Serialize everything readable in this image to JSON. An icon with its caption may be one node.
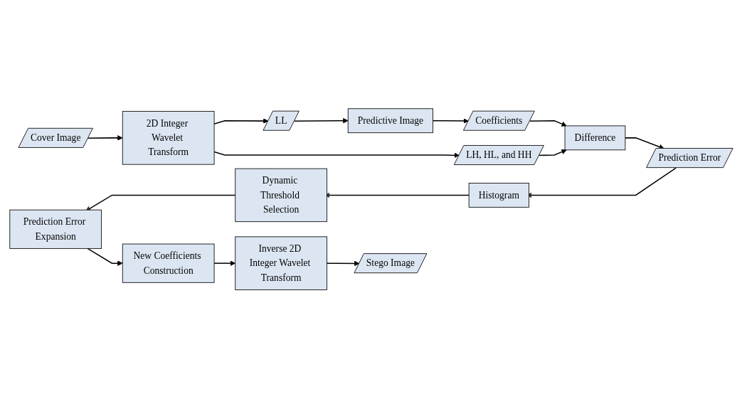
{
  "diagram": {
    "nodes": [
      {
        "text": [
          "Cover Image"
        ]
      },
      {
        "text": [
          "2D Integer Wavelet Transform"
        ]
      },
      {
        "text": [
          "LL"
        ]
      },
      {
        "text": [
          "Predictive Image"
        ]
      },
      {
        "text": [
          "Coefficients"
        ]
      },
      {
        "text": [
          "LH, HL, and HH"
        ]
      },
      {
        "text": [
          "Difference"
        ]
      },
      {
        "text": [
          "Prediction Error"
        ]
      },
      {
        "text": [
          "Histogram"
        ]
      },
      {
        "text": [
          "Dynamic Threshold Selection"
        ]
      },
      {
        "text": [
          "Prediction Error Expansion"
        ]
      },
      {
        "text": [
          "New Coefficients Construction"
        ]
      },
      {
        "text": [
          "Inverse 2D Integer Wavelet Transform"
        ]
      },
      {
        "text": [
          "Stego Image"
        ]
      }
    ],
    "edges": [
      {
        "from": 0,
        "to": 1,
        "arrow": "to"
      },
      {
        "from": 1,
        "to": 2,
        "arrow": "to"
      },
      {
        "from": 2,
        "to": 3,
        "arrow": "to"
      },
      {
        "from": 3,
        "to": 4,
        "arrow": "to"
      },
      {
        "from": 4,
        "to": 6,
        "arrow": "to"
      },
      {
        "from": 1,
        "to": 5,
        "arrow": "to"
      },
      {
        "from": 5,
        "to": 6,
        "arrow": "to"
      },
      {
        "from": 6,
        "to": 7,
        "arrow": "to"
      },
      {
        "from": 7,
        "to": 8,
        "arrow": "to"
      },
      {
        "from": 8,
        "to": 9,
        "arrow": "to"
      },
      {
        "from": 9,
        "to": 10,
        "arrow": "to"
      },
      {
        "from": 10,
        "to": 11,
        "arrow": "to"
      },
      {
        "from": 11,
        "to": 12,
        "arrow": "to"
      },
      {
        "from": 12,
        "to": 13,
        "arrow": "to"
      }
    ]
  }
}
